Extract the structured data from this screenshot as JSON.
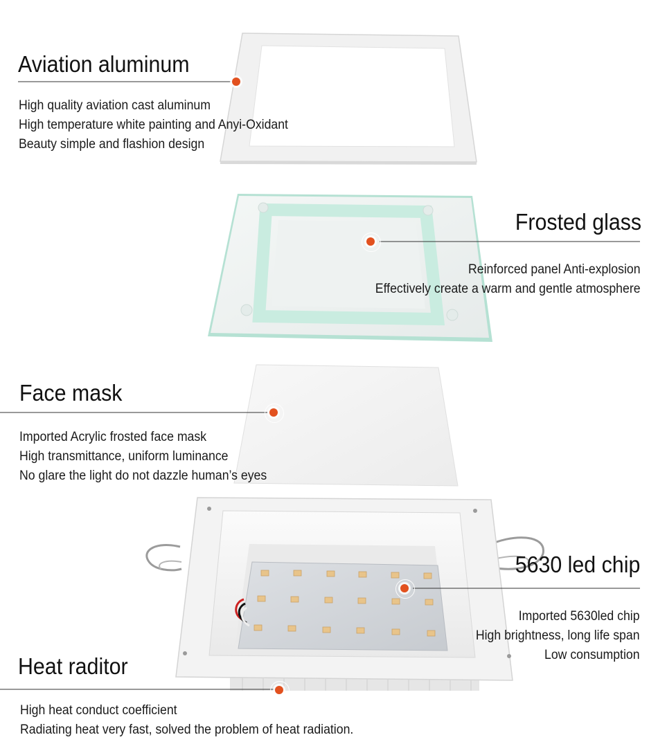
{
  "sections": [
    {
      "title": "Aviation aluminum",
      "lines": [
        "High quality aviation cast aluminum",
        "High temperature white painting and Anyi-Oxidant",
        "Beauty simple and flashion design"
      ]
    },
    {
      "title": "Frosted glass",
      "lines": [
        "Reinforced panel Anti-explosion",
        "Effectively create a warm and gentle atmosphere"
      ]
    },
    {
      "title": "Face mask",
      "lines": [
        "Imported Acrylic frosted face mask",
        "High transmittance, uniform luminance",
        "No glare the light do not dazzle human’s eyes"
      ]
    },
    {
      "title": "5630 led chip",
      "lines": [
        "Imported 5630led chip",
        "High brightness, long life span",
        "Low consumption"
      ]
    },
    {
      "title": "Heat raditor",
      "lines": [
        "High heat conduct coefficient",
        "Radiating heat very fast, solved the problem of heat radiation."
      ]
    }
  ],
  "colors": {
    "marker": "#e2511f",
    "frame": "#f2f2f2",
    "glass_edge": "#9fd9c8",
    "led": "#e8c48a"
  }
}
